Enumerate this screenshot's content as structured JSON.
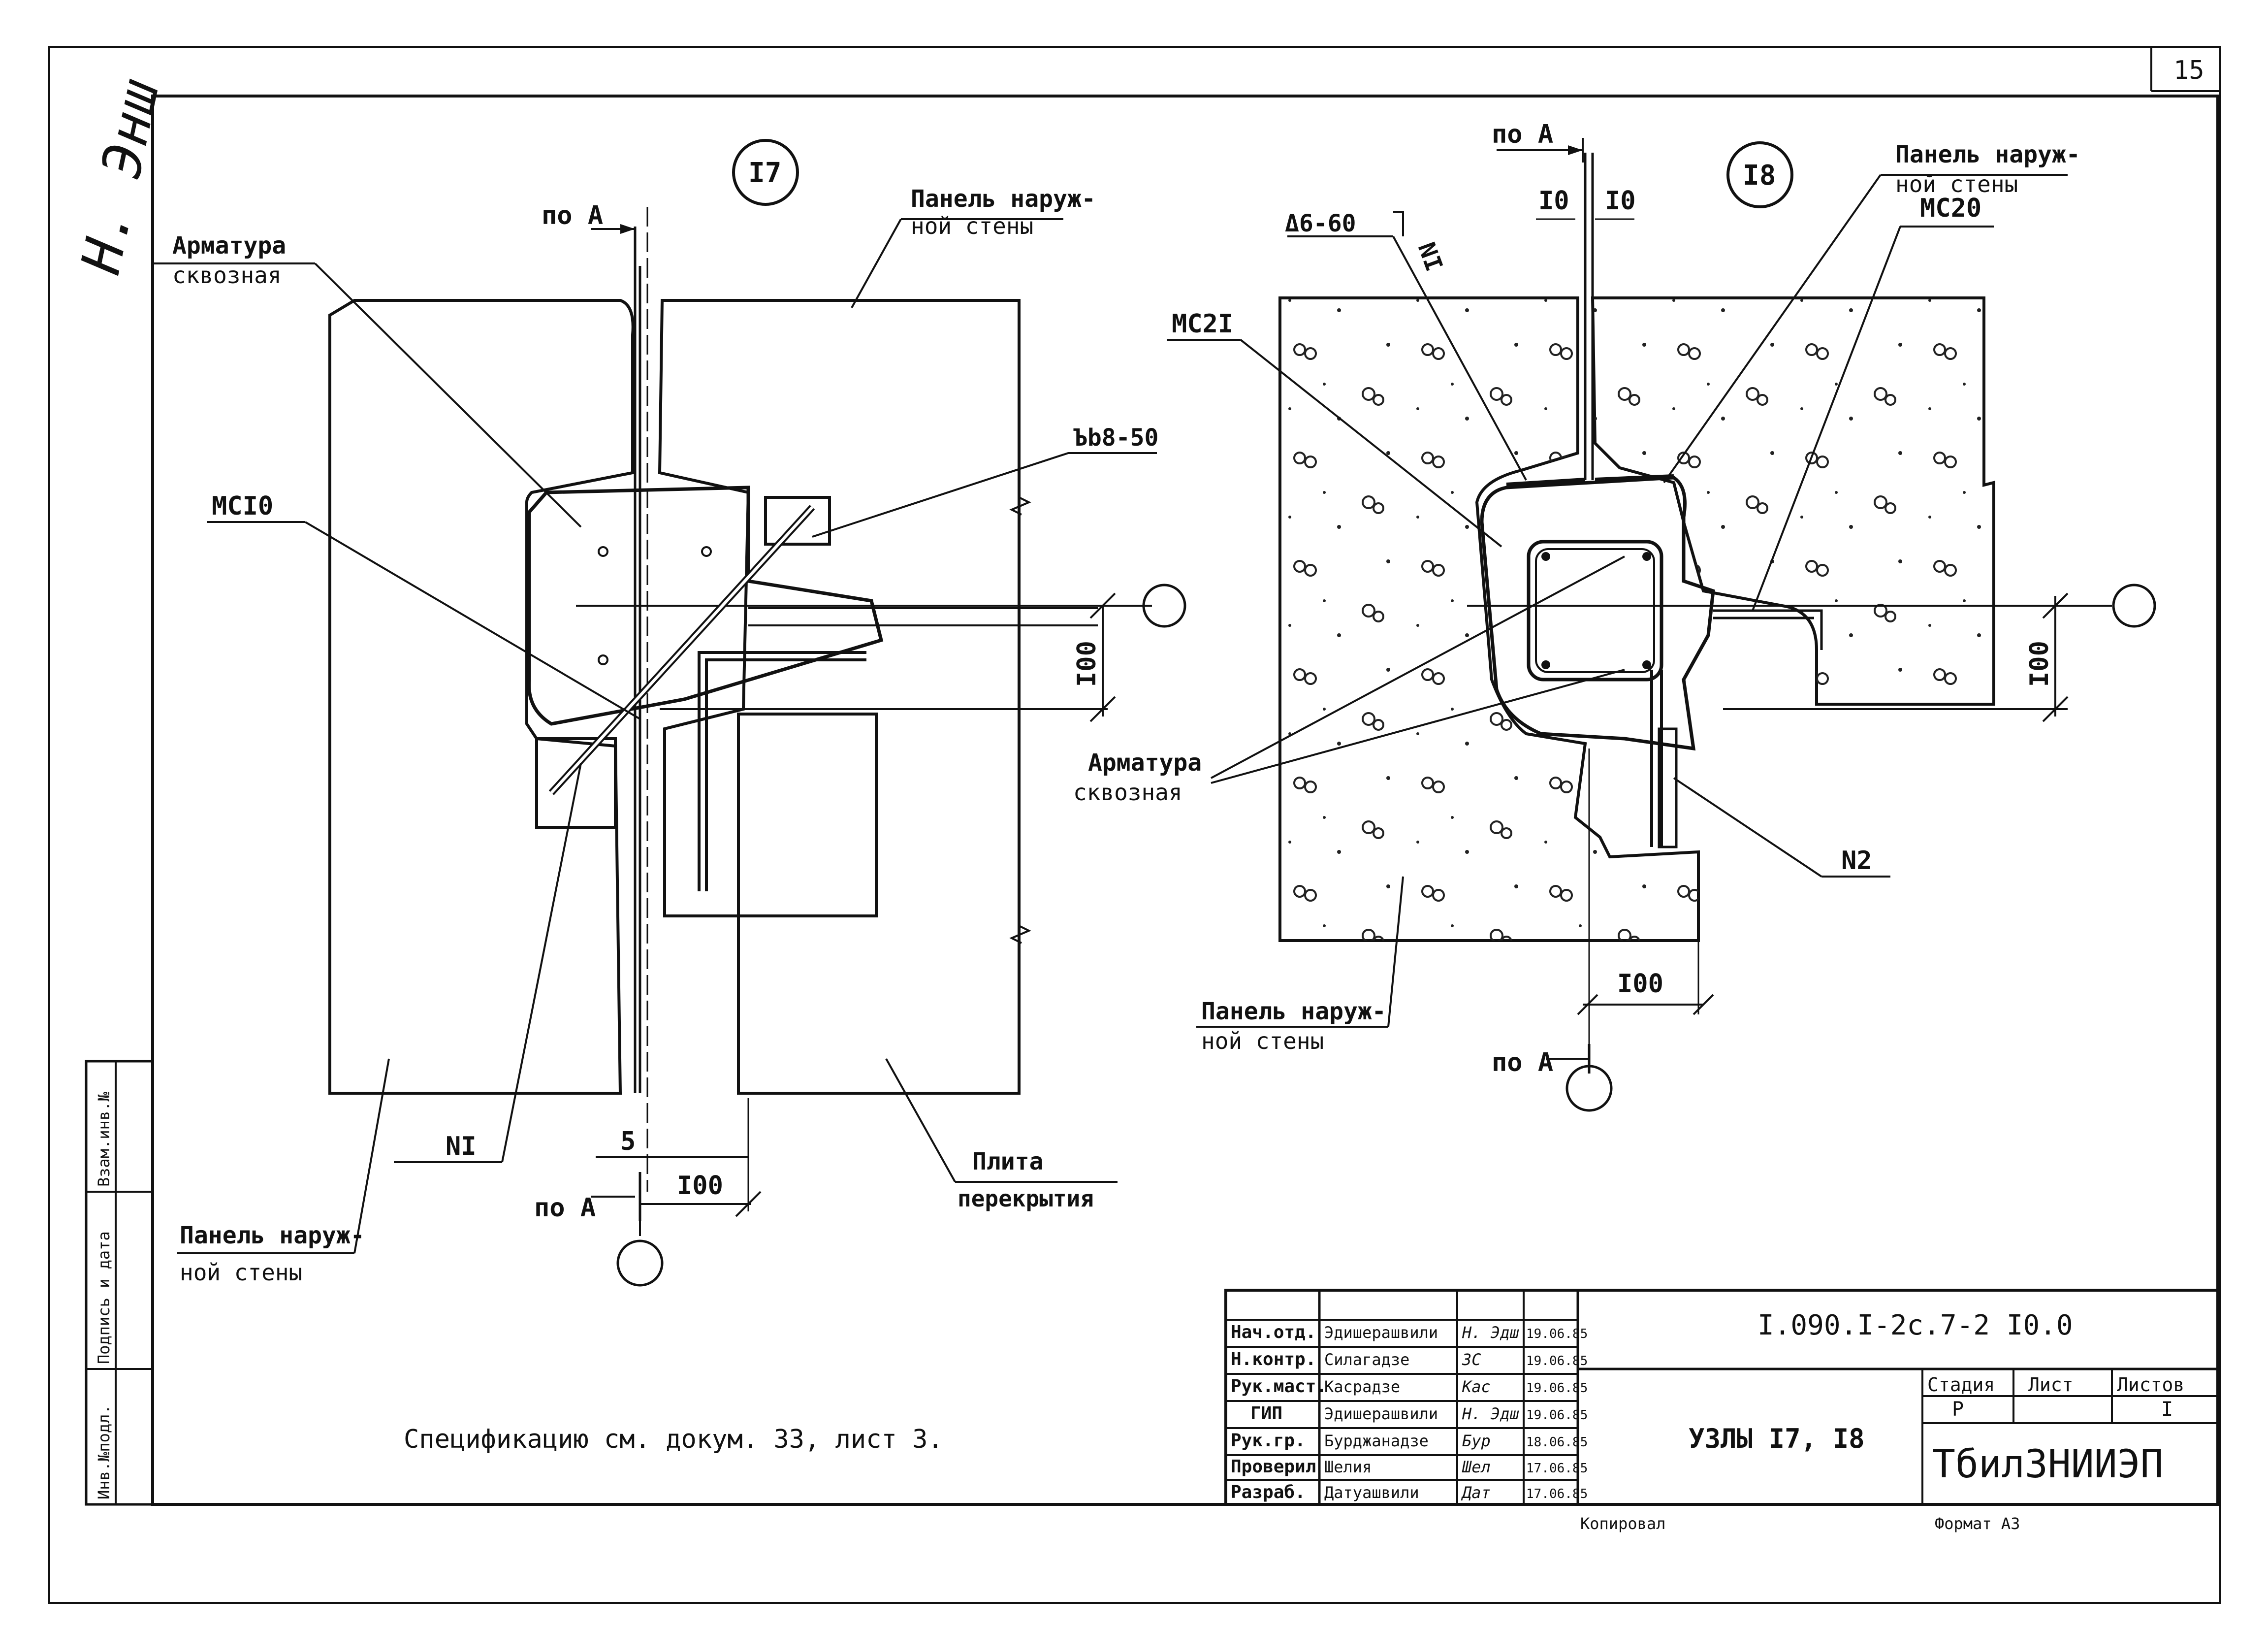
{
  "page_number": "15",
  "margin_signature": "Н. Энш",
  "node_17": {
    "id": "I7",
    "labels": {
      "rebar_through_1": "Арматура",
      "rebar_through_2": "сквозная",
      "outer_panel_top_1": "Панель наруж-",
      "outer_panel_top_2": "ной стены",
      "weld": "Ъb8-50",
      "mc": "МСI0",
      "section_top": "по А",
      "section_bottom": "по А",
      "dim_100_v": "I00",
      "dim_5": "5",
      "dim_100_h": "I00",
      "n1": "NI",
      "outer_panel_bottom_1": "Панель наруж-",
      "outer_panel_bottom_2": "ной стены",
      "slab_1": "Плита",
      "slab_2": "перекрытия"
    }
  },
  "node_18": {
    "id": "I8",
    "labels": {
      "section_top": "по А",
      "dim_10_left": "I0",
      "dim_10_right": "I0",
      "weld": "Δ6-60",
      "n1": "NI",
      "mc21": "МС2I",
      "outer_panel_top_1": "Панель наруж-",
      "outer_panel_top_2": "ной стены",
      "mc20": "МС20",
      "dim_100_v": "I00",
      "rebar_through_1": "Арматура",
      "rebar_through_2": "сквозная",
      "n2": "N2",
      "dim_100_h": "I00",
      "outer_panel_bottom_1": "Панель наруж-",
      "outer_panel_bottom_2": "ной стены",
      "section_bottom": "по А"
    }
  },
  "spec_note": "Спецификацию см. докум. 33, лист 3.",
  "side_stamp": [
    "Инв.№подл.",
    "Подпись и дата",
    "Взам.инв.№"
  ],
  "title_block": {
    "doc_code": "I.090.I-2с.7-2 I0.0",
    "title": "УЗЛЫ I7, I8",
    "rows": [
      {
        "role": "Нач.отд.",
        "name": "Эдишерашвили",
        "sign": "Н. Эдш",
        "date": "19.06.85"
      },
      {
        "role": "Н.контр.",
        "name": "Силагадзе",
        "sign": "ЗС",
        "date": "19.06.85"
      },
      {
        "role": "Рук.маст.",
        "name": "Касрадзе",
        "sign": "Кас",
        "date": "19.06.85"
      },
      {
        "role": "ГИП",
        "name": "Эдишерашвили",
        "sign": "Н. Эдш",
        "date": "19.06.85"
      },
      {
        "role": "Рук.гр.",
        "name": "Бурджанадзе",
        "sign": "Бур",
        "date": "18.06.85"
      },
      {
        "role": "Проверил",
        "name": "Шелия",
        "sign": "Шел",
        "date": "17.06.85"
      },
      {
        "role": "Разраб.",
        "name": "Датуашвили",
        "sign": "Дат",
        "date": "17.06.85"
      }
    ],
    "stage_header": "Стадия",
    "sheet_header": "Лист",
    "sheets_header": "Листов",
    "stage_value": "Р",
    "sheets_value": "I",
    "org": "ТбилЗНИИЭП",
    "copied": "Копировал",
    "format": "Формат А3"
  }
}
